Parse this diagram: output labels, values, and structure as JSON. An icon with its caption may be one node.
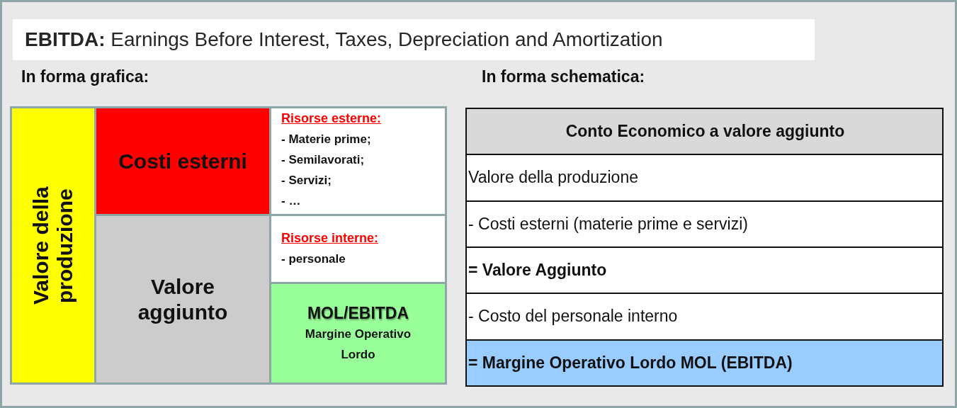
{
  "diagram": {
    "title": "**EBITDA:** Earnings Before Interest, Taxes, Depreciation and Amortization",
    "nodes": [
      {
        "text": [
          "Valore della produzione"
        ]
      },
      {
        "text": [
          "Costi esterni"
        ]
      },
      {
        "text": [
          "Risorse esterne:",
          "- Materie prime;",
          "- Semilavorati;",
          "- Servizi;",
          "- …"
        ]
      },
      {
        "text": [
          "Valore aggiunto"
        ]
      },
      {
        "text": [
          "Risorse interne:",
          "- personale"
        ]
      },
      {
        "text": [
          "MOL/EBITDA",
          "Margine Operativo Lordo"
        ]
      }
    ],
    "labels": [
      "In forma grafica:",
      "In forma schematica:",
      "Conto Economico a valore aggiunto",
      "Valore della produzione",
      "- Costi esterni (materie prime e servizi)",
      "= Valore Aggiunto",
      "- Costo del personale interno",
      "= Margine Operativo Lordo MOL (EBITDA)"
    ]
  }
}
